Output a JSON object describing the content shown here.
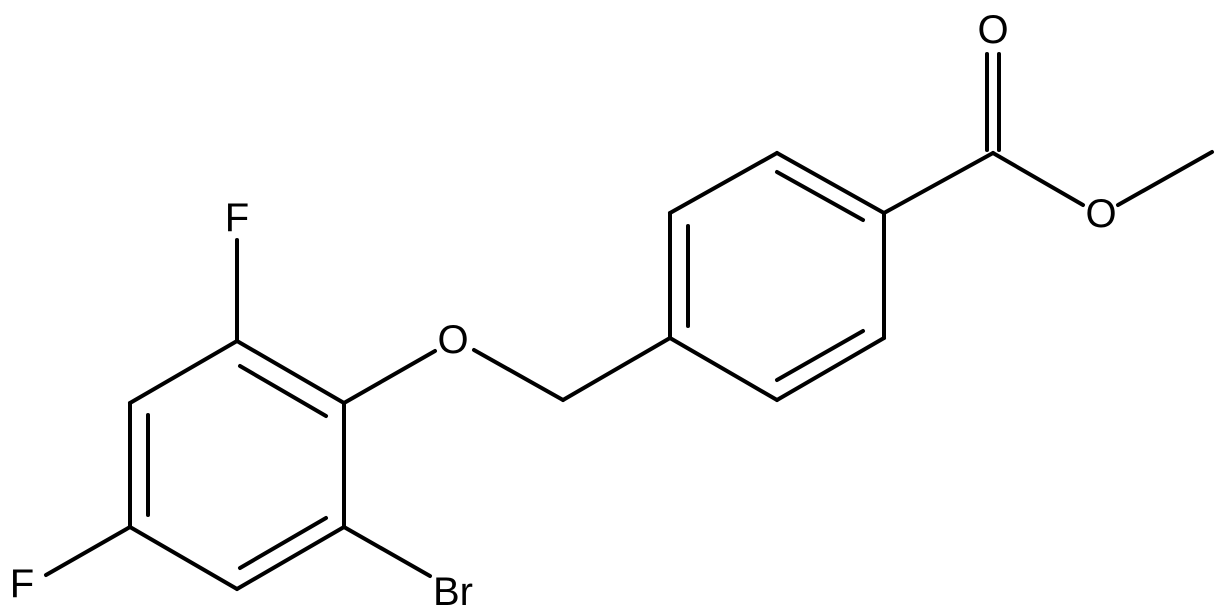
{
  "molecule": {
    "atoms": {
      "carbonyl_oxygen": "O",
      "ester_oxygen": "O",
      "ether_oxygen": "O",
      "fluorine_top": "F",
      "fluorine_bottom": "F",
      "bromine": "Br"
    },
    "bond_color": "#000000",
    "background_color": "#ffffff"
  }
}
